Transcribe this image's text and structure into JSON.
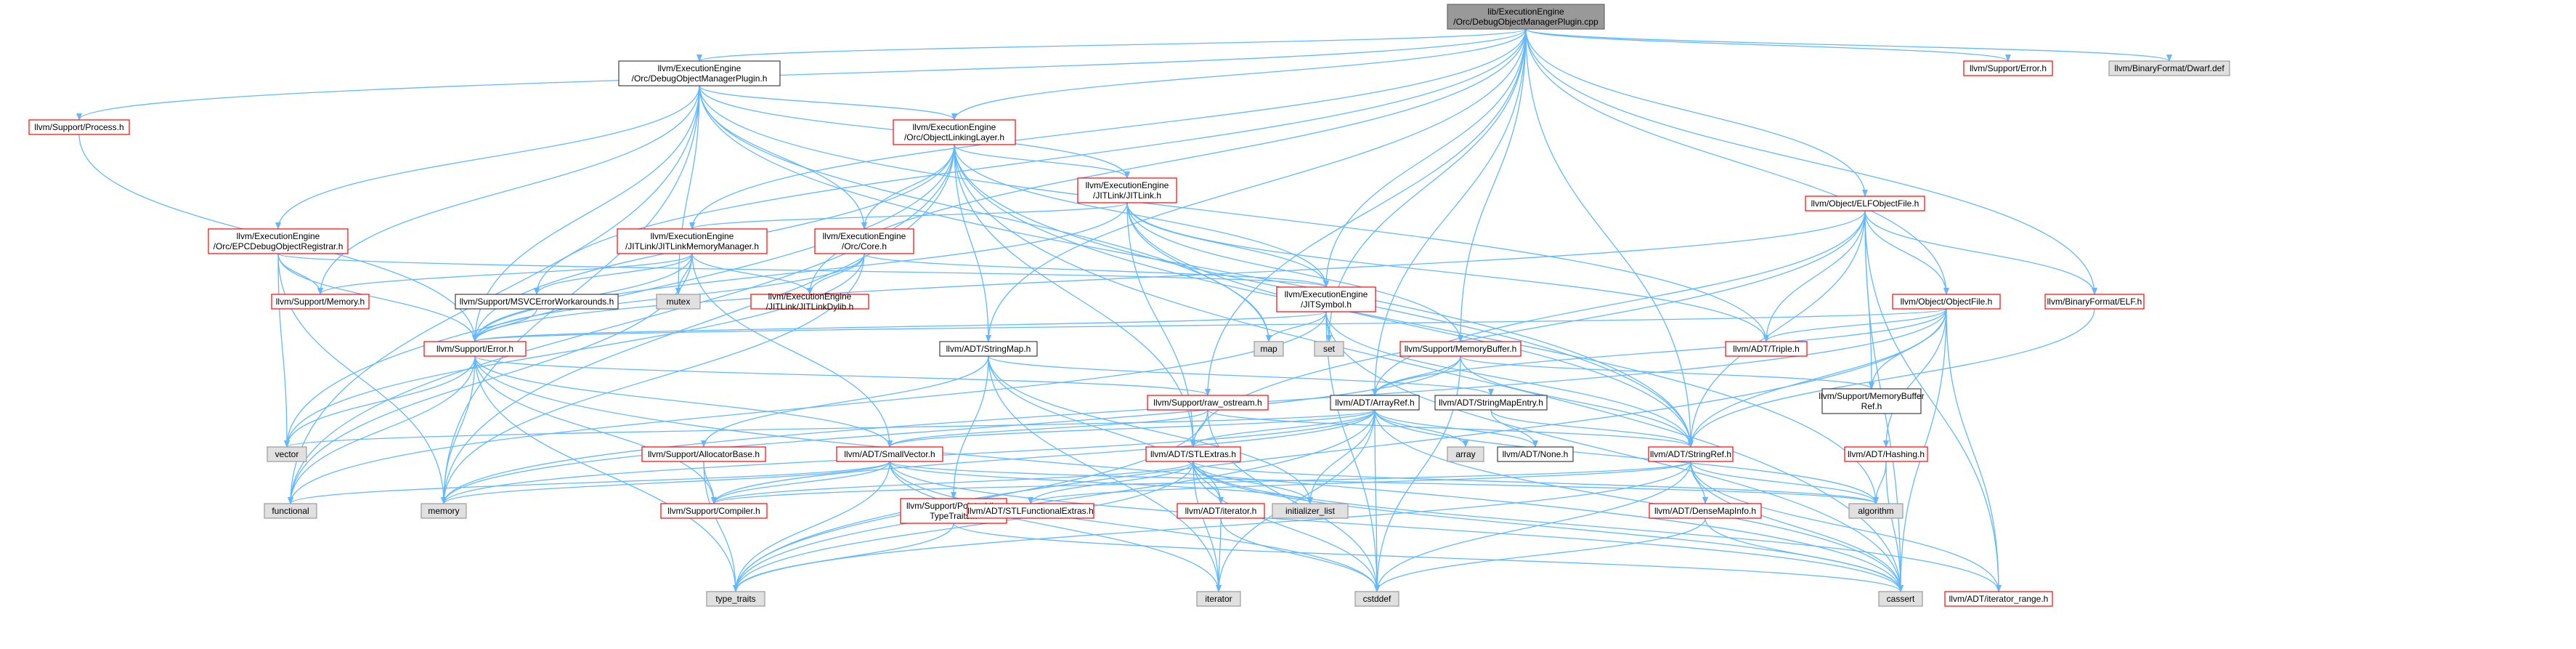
{
  "diagram": {
    "type": "include-dependency-graph",
    "colors": {
      "root_fill": "#999999",
      "root_border": "#666666",
      "linked_border": "#ff0000",
      "plain_border": "#404040",
      "system_fill": "#e0e0e0",
      "system_border": "#999999",
      "edge": "#63b8ff"
    },
    "nodes": [
      {
        "id": "root",
        "kind": "root",
        "lines": [
          "lib/ExecutionEngine",
          "/Orc/DebugObjectManagerPlugin.cpp"
        ]
      },
      {
        "id": "dompH",
        "kind": "plain",
        "lines": [
          "llvm/ExecutionEngine",
          "/Orc/DebugObjectManagerPlugin.h"
        ]
      },
      {
        "id": "supErr",
        "kind": "linked",
        "lines": [
          "llvm/Support/Error.h"
        ]
      },
      {
        "id": "dwarf",
        "kind": "system",
        "lines": [
          "llvm/BinaryFormat/Dwarf.def"
        ]
      },
      {
        "id": "process",
        "kind": "linked",
        "lines": [
          "llvm/Support/Process.h"
        ]
      },
      {
        "id": "objLL",
        "kind": "linked",
        "lines": [
          "llvm/ExecutionEngine",
          "/Orc/ObjectLinkingLayer.h"
        ]
      },
      {
        "id": "epcReg",
        "kind": "linked",
        "lines": [
          "llvm/ExecutionEngine",
          "/Orc/EPCDebugObjectRegistrar.h"
        ]
      },
      {
        "id": "jitlink",
        "kind": "linked",
        "lines": [
          "llvm/ExecutionEngine",
          "/JITLink/JITLink.h"
        ]
      },
      {
        "id": "jlmm",
        "kind": "linked",
        "lines": [
          "llvm/ExecutionEngine",
          "/JITLink/JITLinkMemoryManager.h"
        ]
      },
      {
        "id": "core",
        "kind": "linked",
        "lines": [
          "llvm/ExecutionEngine",
          "/Orc/Core.h"
        ]
      },
      {
        "id": "elfObj",
        "kind": "linked",
        "lines": [
          "llvm/Object/ELFObjectFile.h"
        ]
      },
      {
        "id": "supMem",
        "kind": "linked",
        "lines": [
          "llvm/Support/Memory.h"
        ]
      },
      {
        "id": "msvc",
        "kind": "plain",
        "lines": [
          "llvm/Support/MSVCErrorWorkarounds.h"
        ]
      },
      {
        "id": "mutex",
        "kind": "system",
        "lines": [
          "mutex"
        ]
      },
      {
        "id": "jldylib",
        "kind": "linked",
        "lines": [
          "llvm/ExecutionEngine",
          "/JITLink/JITLinkDylib.h"
        ]
      },
      {
        "id": "jitsym",
        "kind": "linked",
        "lines": [
          "llvm/ExecutionEngine",
          "/JITSymbol.h"
        ]
      },
      {
        "id": "objFile",
        "kind": "linked",
        "lines": [
          "llvm/Object/ObjectFile.h"
        ]
      },
      {
        "id": "bfElf",
        "kind": "linked",
        "lines": [
          "llvm/BinaryFormat/ELF.h"
        ]
      },
      {
        "id": "map",
        "kind": "system",
        "lines": [
          "map"
        ]
      },
      {
        "id": "set",
        "kind": "system",
        "lines": [
          "set"
        ]
      },
      {
        "id": "memBuf",
        "kind": "linked",
        "lines": [
          "llvm/Support/MemoryBuffer.h"
        ]
      },
      {
        "id": "triple",
        "kind": "linked",
        "lines": [
          "llvm/ADT/Triple.h"
        ]
      },
      {
        "id": "errorH",
        "kind": "linked",
        "lines": [
          "llvm/Support/Error.h"
        ]
      },
      {
        "id": "strMap",
        "kind": "plain",
        "lines": [
          "llvm/ADT/StringMap.h"
        ]
      },
      {
        "id": "rawOs",
        "kind": "linked",
        "lines": [
          "llvm/Support/raw_ostream.h"
        ]
      },
      {
        "id": "arrRef",
        "kind": "plain",
        "lines": [
          "llvm/ADT/ArrayRef.h"
        ]
      },
      {
        "id": "smeH",
        "kind": "plain",
        "lines": [
          "llvm/ADT/StringMapEntry.h"
        ]
      },
      {
        "id": "mbRef",
        "kind": "plain",
        "lines": [
          "llvm/Support/MemoryBuffer",
          "Ref.h"
        ]
      },
      {
        "id": "vector",
        "kind": "system",
        "lines": [
          "vector"
        ]
      },
      {
        "id": "array",
        "kind": "system",
        "lines": [
          "array"
        ]
      },
      {
        "id": "none",
        "kind": "plain",
        "lines": [
          "llvm/ADT/None.h"
        ]
      },
      {
        "id": "strRef",
        "kind": "linked",
        "lines": [
          "llvm/ADT/StringRef.h"
        ]
      },
      {
        "id": "hashing",
        "kind": "linked",
        "lines": [
          "llvm/ADT/Hashing.h"
        ]
      },
      {
        "id": "allocB",
        "kind": "linked",
        "lines": [
          "llvm/Support/AllocatorBase.h"
        ]
      },
      {
        "id": "smallVec",
        "kind": "linked",
        "lines": [
          "llvm/ADT/SmallVector.h"
        ]
      },
      {
        "id": "stlExtras",
        "kind": "linked",
        "lines": [
          "llvm/ADT/STLExtras.h"
        ]
      },
      {
        "id": "functional",
        "kind": "system",
        "lines": [
          "functional"
        ]
      },
      {
        "id": "memory",
        "kind": "system",
        "lines": [
          "memory"
        ]
      },
      {
        "id": "compiler",
        "kind": "linked",
        "lines": [
          "llvm/Support/Compiler.h"
        ]
      },
      {
        "id": "ptrLike",
        "kind": "linked",
        "lines": [
          "llvm/Support/PointerLike",
          "TypeTraits.h"
        ]
      },
      {
        "id": "stlFunc",
        "kind": "linked",
        "lines": [
          "llvm/ADT/STLFunctionalExtras.h"
        ]
      },
      {
        "id": "adtIter",
        "kind": "linked",
        "lines": [
          "llvm/ADT/iterator.h"
        ]
      },
      {
        "id": "initList",
        "kind": "system",
        "lines": [
          "initializer_list"
        ]
      },
      {
        "id": "denseMap",
        "kind": "linked",
        "lines": [
          "llvm/ADT/DenseMapInfo.h"
        ]
      },
      {
        "id": "algorithm",
        "kind": "system",
        "lines": [
          "algorithm"
        ]
      },
      {
        "id": "typeTraits",
        "kind": "system",
        "lines": [
          "type_traits"
        ]
      },
      {
        "id": "iterator",
        "kind": "system",
        "lines": [
          "iterator"
        ]
      },
      {
        "id": "cstddef",
        "kind": "system",
        "lines": [
          "cstddef"
        ]
      },
      {
        "id": "cassert",
        "kind": "system",
        "lines": [
          "cassert"
        ]
      },
      {
        "id": "iterRange",
        "kind": "linked",
        "lines": [
          "llvm/ADT/iterator_range.h"
        ]
      }
    ],
    "edges": [
      [
        "root",
        "dompH"
      ],
      [
        "root",
        "supErr"
      ],
      [
        "root",
        "dwarf"
      ],
      [
        "root",
        "process"
      ],
      [
        "root",
        "objLL"
      ],
      [
        "root",
        "jlmm"
      ],
      [
        "root",
        "jldylib"
      ],
      [
        "root",
        "jitsym"
      ],
      [
        "root",
        "elfObj"
      ],
      [
        "root",
        "objFile"
      ],
      [
        "root",
        "bfElf"
      ],
      [
        "root",
        "msvc"
      ],
      [
        "root",
        "memBuf"
      ],
      [
        "root",
        "rawOs"
      ],
      [
        "root",
        "strMap"
      ],
      [
        "root",
        "arrRef"
      ],
      [
        "root",
        "strRef"
      ],
      [
        "root",
        "set"
      ],
      [
        "dompH",
        "objLL"
      ],
      [
        "dompH",
        "epcReg"
      ],
      [
        "dompH",
        "jitlink"
      ],
      [
        "dompH",
        "core"
      ],
      [
        "dompH",
        "supMem"
      ],
      [
        "dompH",
        "mutex"
      ],
      [
        "dompH",
        "map"
      ],
      [
        "dompH",
        "functional"
      ],
      [
        "dompH",
        "memory"
      ],
      [
        "dompH",
        "triple"
      ],
      [
        "dompH",
        "errorH"
      ],
      [
        "dompH",
        "strRef"
      ],
      [
        "process",
        "errorH"
      ],
      [
        "objLL",
        "jitlink"
      ],
      [
        "objLL",
        "core"
      ],
      [
        "objLL",
        "jitsym"
      ],
      [
        "objLL",
        "strMap"
      ],
      [
        "objLL",
        "stlExtras"
      ],
      [
        "objLL",
        "errorH"
      ],
      [
        "objLL",
        "vector"
      ],
      [
        "objLL",
        "algorithm"
      ],
      [
        "objLL",
        "cassert"
      ],
      [
        "objLL",
        "functional"
      ],
      [
        "objLL",
        "memory"
      ],
      [
        "objLL",
        "strRef"
      ],
      [
        "epcReg",
        "jitsym"
      ],
      [
        "epcReg",
        "supMem"
      ],
      [
        "epcReg",
        "errorH"
      ],
      [
        "epcReg",
        "vector"
      ],
      [
        "epcReg",
        "memory"
      ],
      [
        "jitlink",
        "jlmm"
      ],
      [
        "jitlink",
        "jitsym"
      ],
      [
        "jitlink",
        "stlExtras"
      ],
      [
        "jitlink",
        "memBuf"
      ],
      [
        "jitlink",
        "map"
      ],
      [
        "jitlink",
        "triple"
      ],
      [
        "jitlink",
        "errorH"
      ],
      [
        "jitlink",
        "strRef"
      ],
      [
        "jlmm",
        "jldylib"
      ],
      [
        "jlmm",
        "msvc"
      ],
      [
        "jlmm",
        "mutex"
      ],
      [
        "jlmm",
        "supMem"
      ],
      [
        "jlmm",
        "smallVec"
      ],
      [
        "jlmm",
        "errorH"
      ],
      [
        "jlmm",
        "functional"
      ],
      [
        "core",
        "jldylib"
      ],
      [
        "core",
        "jitsym"
      ],
      [
        "core",
        "errorH"
      ],
      [
        "core",
        "vector"
      ],
      [
        "core",
        "memory"
      ],
      [
        "msvc",
        "errorH"
      ],
      [
        "jitsym",
        "map"
      ],
      [
        "jitsym",
        "set"
      ],
      [
        "jitsym",
        "cassert"
      ],
      [
        "jitsym",
        "cstddef"
      ],
      [
        "jitsym",
        "errorH"
      ],
      [
        "jitsym",
        "strRef"
      ],
      [
        "jitsym",
        "functional"
      ],
      [
        "elfObj",
        "objFile"
      ],
      [
        "elfObj",
        "bfElf"
      ],
      [
        "elfObj",
        "triple"
      ],
      [
        "elfObj",
        "arrRef"
      ],
      [
        "elfObj",
        "stlExtras"
      ],
      [
        "elfObj",
        "strRef"
      ],
      [
        "elfObj",
        "mbRef"
      ],
      [
        "elfObj",
        "errorH"
      ],
      [
        "elfObj",
        "cassert"
      ],
      [
        "elfObj",
        "iterRange"
      ],
      [
        "objFile",
        "triple"
      ],
      [
        "objFile",
        "arrRef"
      ],
      [
        "objFile",
        "hashing"
      ],
      [
        "objFile",
        "strRef"
      ],
      [
        "objFile",
        "mbRef"
      ],
      [
        "objFile",
        "errorH"
      ],
      [
        "objFile",
        "cassert"
      ],
      [
        "objFile",
        "iterRange"
      ],
      [
        "objFile",
        "memory"
      ],
      [
        "objFile",
        "typeTraits"
      ],
      [
        "bfElf",
        "strRef"
      ],
      [
        "memBuf",
        "arrRef"
      ],
      [
        "memBuf",
        "strRef"
      ],
      [
        "memBuf",
        "mbRef"
      ],
      [
        "memBuf",
        "cstddef"
      ],
      [
        "memBuf",
        "memory"
      ],
      [
        "errorH",
        "rawOs"
      ],
      [
        "errorH",
        "smallVec"
      ],
      [
        "errorH",
        "compiler"
      ],
      [
        "errorH",
        "vector"
      ],
      [
        "errorH",
        "functional"
      ],
      [
        "errorH",
        "memory"
      ],
      [
        "errorH",
        "typeTraits"
      ],
      [
        "errorH",
        "cassert"
      ],
      [
        "strMap",
        "smeH"
      ],
      [
        "strMap",
        "allocB"
      ],
      [
        "strMap",
        "ptrLike"
      ],
      [
        "strMap",
        "adtIter"
      ],
      [
        "strMap",
        "initList"
      ],
      [
        "strMap",
        "iterator"
      ],
      [
        "rawOs",
        "smallVec"
      ],
      [
        "rawOs",
        "strRef"
      ],
      [
        "rawOs",
        "cstddef"
      ],
      [
        "rawOs",
        "typeTraits"
      ],
      [
        "arrRef",
        "smallVec"
      ],
      [
        "arrRef",
        "stlExtras"
      ],
      [
        "arrRef",
        "none"
      ],
      [
        "arrRef",
        "array"
      ],
      [
        "arrRef",
        "vector"
      ],
      [
        "arrRef",
        "compiler"
      ],
      [
        "arrRef",
        "algorithm"
      ],
      [
        "arrRef",
        "cstddef"
      ],
      [
        "arrRef",
        "initList"
      ],
      [
        "arrRef",
        "iterator"
      ],
      [
        "arrRef",
        "memory"
      ],
      [
        "arrRef",
        "typeTraits"
      ],
      [
        "arrRef",
        "cassert"
      ],
      [
        "smeH",
        "none"
      ],
      [
        "smeH",
        "strRef"
      ],
      [
        "strRef",
        "denseMap"
      ],
      [
        "strRef",
        "stlFunc"
      ],
      [
        "strRef",
        "iterRange"
      ],
      [
        "strRef",
        "compiler"
      ],
      [
        "strRef",
        "algorithm"
      ],
      [
        "strRef",
        "cassert"
      ],
      [
        "strRef",
        "cstddef"
      ],
      [
        "strRef",
        "typeTraits"
      ],
      [
        "hashing",
        "algorithm"
      ],
      [
        "hashing",
        "cassert"
      ],
      [
        "allocB",
        "compiler"
      ],
      [
        "allocB",
        "typeTraits"
      ],
      [
        "smallVec",
        "compiler"
      ],
      [
        "smallVec",
        "functional"
      ],
      [
        "smallVec",
        "memory"
      ],
      [
        "smallVec",
        "iterator"
      ],
      [
        "smallVec",
        "cstddef"
      ],
      [
        "smallVec",
        "initList"
      ],
      [
        "smallVec",
        "typeTraits"
      ],
      [
        "smallVec",
        "algorithm"
      ],
      [
        "smallVec",
        "cassert"
      ],
      [
        "stlExtras",
        "stlFunc"
      ],
      [
        "stlExtras",
        "adtIter"
      ],
      [
        "stlExtras",
        "iterRange"
      ],
      [
        "stlExtras",
        "compiler"
      ],
      [
        "stlExtras",
        "initList"
      ],
      [
        "stlExtras",
        "iterator"
      ],
      [
        "stlExtras",
        "typeTraits"
      ],
      [
        "stlExtras",
        "algorithm"
      ],
      [
        "stlExtras",
        "cassert"
      ],
      [
        "stlExtras",
        "cstddef"
      ],
      [
        "ptrLike",
        "typeTraits"
      ],
      [
        "ptrLike",
        "cassert"
      ],
      [
        "adtIter",
        "iterator"
      ],
      [
        "adtIter",
        "cstddef"
      ],
      [
        "denseMap",
        "cassert"
      ],
      [
        "denseMap",
        "cstddef"
      ]
    ]
  }
}
